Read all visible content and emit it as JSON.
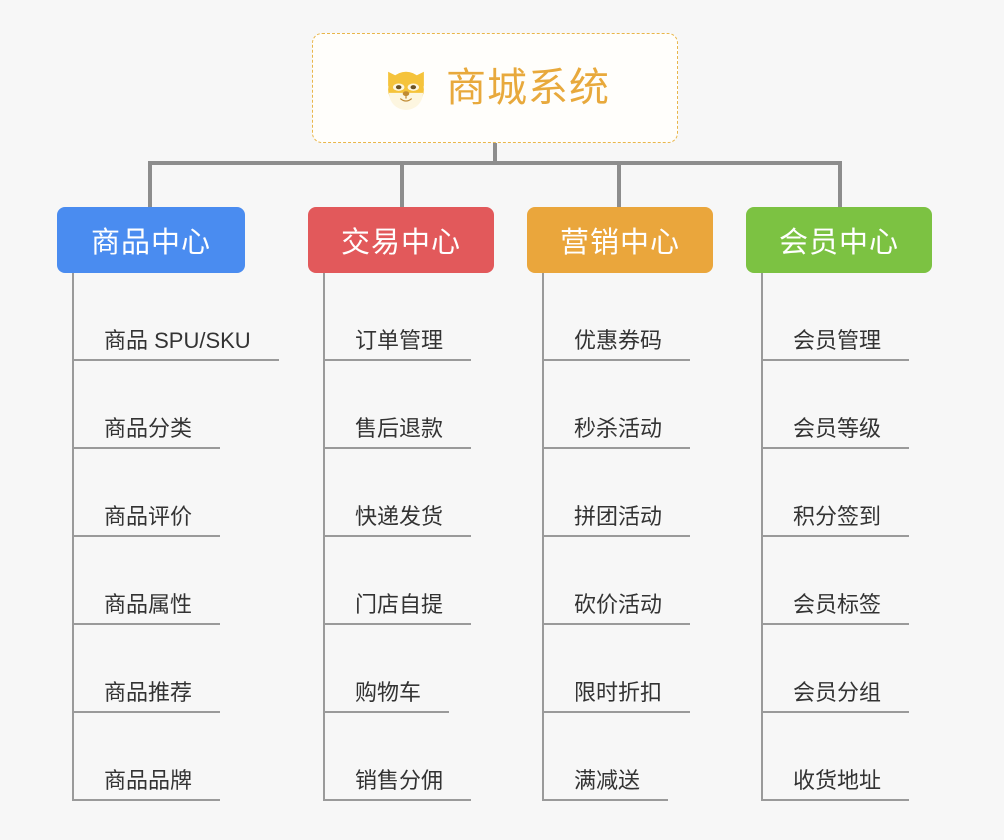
{
  "page": {
    "background_color": "#f7f7f7",
    "line_color": "#8d8d8d",
    "leaf_line_color": "#9a9a9a",
    "leaf_text_color": "#333333"
  },
  "root": {
    "title": "商城系统",
    "icon": "dog-face-icon",
    "title_color": "#e8a93c",
    "border_color": "#e9b64a",
    "background_color": "#fffefb"
  },
  "columns": [
    {
      "id": "product-center",
      "label": "商品中心",
      "color": "#4a8cf0",
      "items": [
        "商品 SPU/SKU",
        "商品分类",
        "商品评价",
        "商品属性",
        "商品推荐",
        "商品品牌"
      ]
    },
    {
      "id": "trade-center",
      "label": "交易中心",
      "color": "#e2595b",
      "items": [
        "订单管理",
        "售后退款",
        "快递发货",
        "门店自提",
        "购物车",
        "销售分佣"
      ]
    },
    {
      "id": "marketing-center",
      "label": "营销中心",
      "color": "#eaa63c",
      "items": [
        "优惠券码",
        "秒杀活动",
        "拼团活动",
        "砍价活动",
        "限时折扣",
        "满减送"
      ]
    },
    {
      "id": "member-center",
      "label": "会员中心",
      "color": "#7cc242",
      "items": [
        "会员管理",
        "会员等级",
        "积分签到",
        "会员标签",
        "会员分组",
        "收货地址"
      ]
    }
  ]
}
